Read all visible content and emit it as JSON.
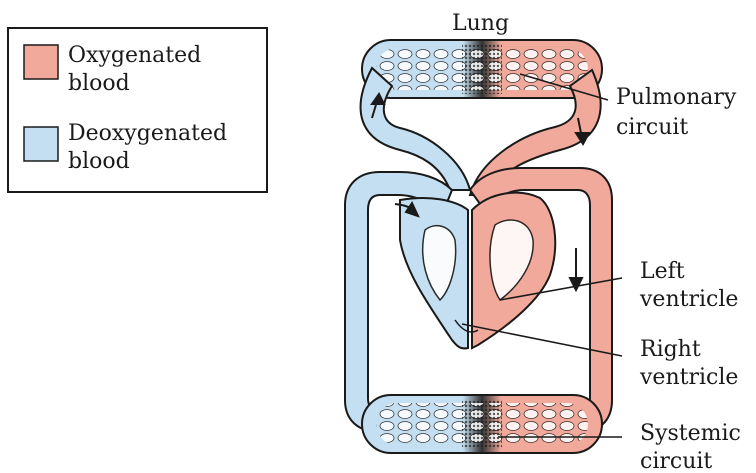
{
  "legend": {
    "items": [
      {
        "label_line1": "Oxygenated",
        "label_line2": "blood",
        "color": "#f0a99a"
      },
      {
        "label_line1": "Deoxygenated",
        "label_line2": "blood",
        "color": "#c4dff1"
      }
    ]
  },
  "labels": {
    "lung": "Lung",
    "pulmonary_line1": "Pulmonary",
    "pulmonary_line2": "circuit",
    "left_ventricle_line1": "Left",
    "left_ventricle_line2": "ventricle",
    "right_ventricle_line1": "Right",
    "right_ventricle_line2": "ventricle",
    "systemic_line1": "Systemic",
    "systemic_line2": "circuit"
  },
  "colors": {
    "oxygenated": "#f0a99a",
    "deoxygenated": "#c4dff1",
    "outline": "#1a1a1a"
  }
}
